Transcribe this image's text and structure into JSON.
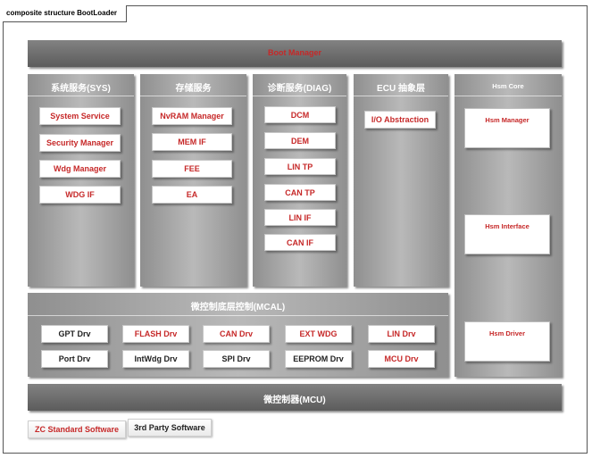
{
  "frame": {
    "title": "composite structure BootLoader"
  },
  "boot_manager": {
    "label": "Boot Manager"
  },
  "columns": [
    {
      "title": "系统服务(SYS)",
      "items": [
        "System Service",
        "Security Manager",
        "Wdg Manager",
        "WDG IF"
      ]
    },
    {
      "title": "存储服务",
      "items": [
        "NvRAM Manager",
        "MEM IF",
        "FEE",
        "EA"
      ]
    },
    {
      "title": "诊断服务(DIAG)",
      "items": [
        "DCM",
        "DEM",
        "LIN TP",
        "CAN TP",
        "LIN IF",
        "CAN IF"
      ]
    },
    {
      "title": "ECU 抽象层",
      "items": [
        "I/O Abstraction"
      ]
    }
  ],
  "hsm": {
    "title": "Hsm Core",
    "items": [
      "Hsm Manager",
      "Hsm Interface",
      "Hsm Driver"
    ]
  },
  "mcal": {
    "title": "微控制底层控制(MCAL)",
    "row1": [
      {
        "label": "GPT Drv",
        "color": "black"
      },
      {
        "label": "FLASH Drv",
        "color": "red"
      },
      {
        "label": "CAN Drv",
        "color": "red"
      },
      {
        "label": "EXT WDG",
        "color": "red"
      },
      {
        "label": "LIN Drv",
        "color": "red"
      }
    ],
    "row2": [
      {
        "label": "Port Drv",
        "color": "black"
      },
      {
        "label": "IntWdg Drv",
        "color": "black"
      },
      {
        "label": "SPI Drv",
        "color": "black"
      },
      {
        "label": "EEPROM Drv",
        "color": "black"
      },
      {
        "label": "MCU Drv",
        "color": "red"
      }
    ]
  },
  "mcu": {
    "label": "微控制器(MCU)"
  },
  "legend": {
    "zc": "ZC Standard Software",
    "third": "3rd Party Software"
  },
  "colors": {
    "red": "#c62828",
    "black": "#222222",
    "dark_bar": "#6e6e6e",
    "column": "#a8a8a8"
  }
}
